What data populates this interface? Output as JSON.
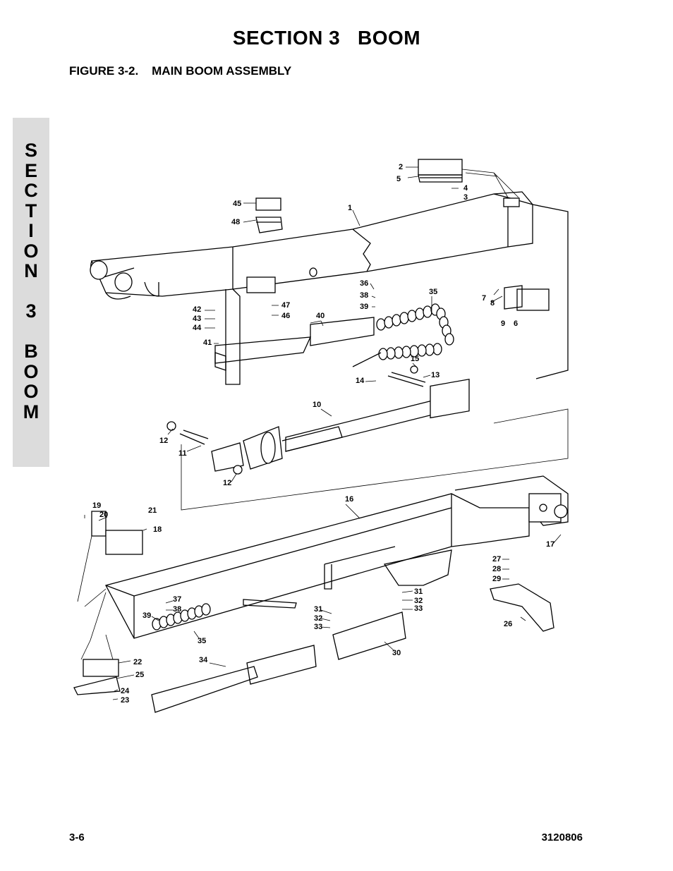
{
  "header": {
    "section_title": "SECTION 3   BOOM",
    "figure_title": "FIGURE 3-2.    MAIN BOOM ASSEMBLY"
  },
  "side_tab": {
    "letters": [
      "S",
      "E",
      "C",
      "T",
      "I",
      "O",
      "N",
      "",
      "3",
      "",
      "B",
      "O",
      "O",
      "M"
    ]
  },
  "drawing": {
    "callouts": [
      {
        "id": "c2",
        "text": "2"
      },
      {
        "id": "c5",
        "text": "5"
      },
      {
        "id": "c4",
        "text": "4"
      },
      {
        "id": "c3",
        "text": "3"
      },
      {
        "id": "c45",
        "text": "45"
      },
      {
        "id": "c48",
        "text": "48"
      },
      {
        "id": "c1",
        "text": "1"
      },
      {
        "id": "c36",
        "text": "36"
      },
      {
        "id": "c38",
        "text": "38"
      },
      {
        "id": "c39a",
        "text": "39"
      },
      {
        "id": "c35a",
        "text": "35"
      },
      {
        "id": "c7",
        "text": "7"
      },
      {
        "id": "c8",
        "text": "8"
      },
      {
        "id": "c9",
        "text": "9"
      },
      {
        "id": "c6",
        "text": "6"
      },
      {
        "id": "c42",
        "text": "42"
      },
      {
        "id": "c43",
        "text": "43"
      },
      {
        "id": "c44",
        "text": "44"
      },
      {
        "id": "c47",
        "text": "47"
      },
      {
        "id": "c46",
        "text": "46"
      },
      {
        "id": "c40",
        "text": "40"
      },
      {
        "id": "c41",
        "text": "41"
      },
      {
        "id": "c15",
        "text": "15"
      },
      {
        "id": "c13",
        "text": "13"
      },
      {
        "id": "c14",
        "text": "14"
      },
      {
        "id": "c10",
        "text": "10"
      },
      {
        "id": "c12a",
        "text": "12"
      },
      {
        "id": "c11",
        "text": "11"
      },
      {
        "id": "c12b",
        "text": "12"
      },
      {
        "id": "c16",
        "text": "16"
      },
      {
        "id": "c19",
        "text": "19"
      },
      {
        "id": "c20",
        "text": "20"
      },
      {
        "id": "c21",
        "text": "21"
      },
      {
        "id": "c18",
        "text": "18"
      },
      {
        "id": "c17",
        "text": "17"
      },
      {
        "id": "c27",
        "text": "27"
      },
      {
        "id": "c28",
        "text": "28"
      },
      {
        "id": "c29",
        "text": "29"
      },
      {
        "id": "c31a",
        "text": "31"
      },
      {
        "id": "c32a",
        "text": "32"
      },
      {
        "id": "c33a",
        "text": "33"
      },
      {
        "id": "c26",
        "text": "26"
      },
      {
        "id": "c37",
        "text": "37"
      },
      {
        "id": "c38b",
        "text": "38"
      },
      {
        "id": "c39b",
        "text": "39"
      },
      {
        "id": "c35b",
        "text": "35"
      },
      {
        "id": "c31b",
        "text": "31"
      },
      {
        "id": "c32b",
        "text": "32"
      },
      {
        "id": "c33b",
        "text": "33"
      },
      {
        "id": "c30",
        "text": "30"
      },
      {
        "id": "c34",
        "text": "34"
      },
      {
        "id": "c22",
        "text": "22"
      },
      {
        "id": "c25",
        "text": "25"
      },
      {
        "id": "c24",
        "text": "24"
      },
      {
        "id": "c23",
        "text": "23"
      }
    ]
  },
  "footer": {
    "page_number": "3-6",
    "doc_number": "3120806"
  }
}
